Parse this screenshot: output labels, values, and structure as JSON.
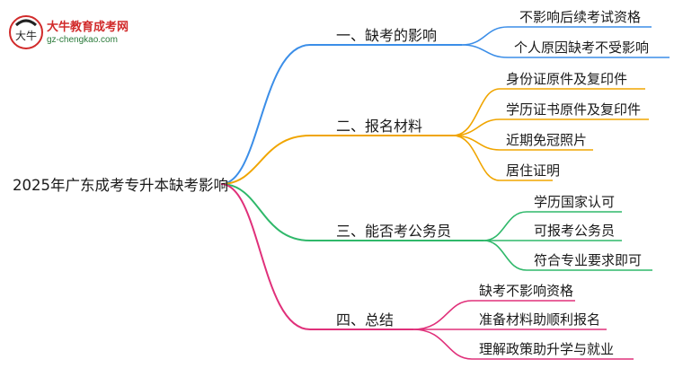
{
  "logo": {
    "site_name": "大牛教育成考网",
    "url": "gz-chengkao.com",
    "glyph": "大牛"
  },
  "colors": {
    "branch1": "#3b8ee8",
    "branch2": "#f0a500",
    "branch3": "#e0307a",
    "branch4": "#2fb86a"
  },
  "root": {
    "label": "2025年广东成考专升本缺考影响"
  },
  "branches": [
    {
      "label": "一、缺考的影响",
      "leaves": [
        "不影响后续考试资格",
        "个人原因缺考不受影响"
      ]
    },
    {
      "label": "二、报名材料",
      "leaves": [
        "身份证原件及复印件",
        "学历证书原件及复印件",
        "近期免冠照片",
        "居住证明"
      ]
    },
    {
      "label": "三、能否考公务员",
      "leaves": [
        "学历国家认可",
        "可报考公务员",
        "符合专业要求即可"
      ]
    },
    {
      "label": "四、总结",
      "leaves": [
        "缺考不影响资格",
        "准备材料助顺利报名",
        "理解政策助升学与就业"
      ]
    }
  ]
}
